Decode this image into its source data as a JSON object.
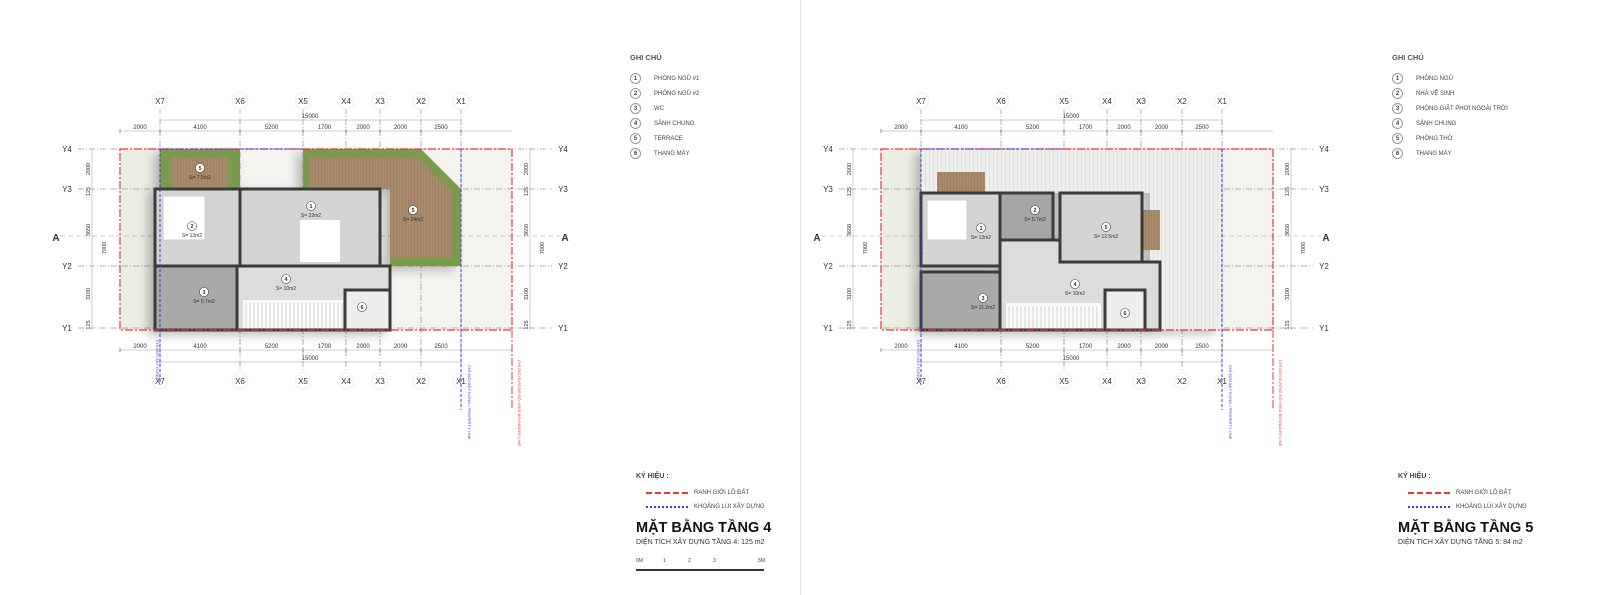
{
  "plans": [
    {
      "axes_x": [
        "X7",
        "X6",
        "X5",
        "X4",
        "X3",
        "X2",
        "X1"
      ],
      "axes_y": [
        "Y4",
        "Y3",
        "Y2",
        "Y1"
      ],
      "dims_top": [
        "2000",
        "4100",
        "5200",
        "1700",
        "2000",
        "2000",
        "2500"
      ],
      "dim_total": "15000",
      "dims_side": [
        "2000",
        "125",
        "3650",
        "3100",
        "125"
      ],
      "dim_side_total": "7000",
      "section_label": "A",
      "rooms": [
        {
          "num": "5",
          "area": "S= 7.5m2"
        },
        {
          "num": "2",
          "area": "S= 13m2"
        },
        {
          "num": "1",
          "area": "S= 22m2"
        },
        {
          "num": "5",
          "area": "S= 24m2"
        },
        {
          "num": "3",
          "area": "S= 9.7m2"
        },
        {
          "num": "4",
          "area": "S= 10m2"
        },
        {
          "num": "6",
          "area": ""
        }
      ],
      "line_labels": [
        "CHỈ GIỚI XÂY DỰNG",
        "CHỈ GIỚI XÂY DỰNG / PROPERTY LINE",
        "CHỈ GIỚI ĐƯỜNG ĐỎ / RED BOUNDARY LINE"
      ],
      "notes": {
        "title": "GHI CHÚ",
        "items": [
          {
            "num": "1",
            "label": "PHÒNG NGỦ #1"
          },
          {
            "num": "2",
            "label": "PHÒNG NGỦ #2"
          },
          {
            "num": "3",
            "label": "WC"
          },
          {
            "num": "4",
            "label": "SẢNH CHUNG"
          },
          {
            "num": "5",
            "label": "TERRACE"
          },
          {
            "num": "6",
            "label": "THANG MÁY"
          }
        ]
      },
      "key": {
        "title": "KÝ HIỆU :",
        "red_line": "RANH GIỚI LÔ ĐẤT",
        "blue_line": "KHOẢNG LÙI XÂY DỰNG",
        "plan_title": "MẶT BẰNG TẦNG 4",
        "area_text": "DIỆN TÍCH XÂY DỰNG TẦNG 4: 125 m2",
        "scale": [
          "0M",
          "1",
          "2",
          "3",
          "5M"
        ]
      }
    },
    {
      "axes_x": [
        "X7",
        "X6",
        "X5",
        "X4",
        "X3",
        "X2",
        "X1"
      ],
      "axes_y": [
        "Y4",
        "Y3",
        "Y2",
        "Y1"
      ],
      "dims_top": [
        "2000",
        "4100",
        "5200",
        "1700",
        "2000",
        "2000",
        "2500"
      ],
      "dim_total": "15000",
      "dims_side": [
        "2000",
        "125",
        "3650",
        "3100",
        "125"
      ],
      "dim_side_total": "7000",
      "section_label": "A",
      "rooms": [
        {
          "num": "1",
          "area": "S= 13m2"
        },
        {
          "num": "2",
          "area": "S= 5.7m2"
        },
        {
          "num": "5",
          "area": "S= 12.5m2"
        },
        {
          "num": "3",
          "area": "S= 11.2m2"
        },
        {
          "num": "4",
          "area": "S= 10m2"
        },
        {
          "num": "6",
          "area": ""
        }
      ],
      "line_labels": [
        "CHỈ GIỚI XÂY DỰNG",
        "CHỈ GIỚI XÂY DỰNG / PROPERTY LINE",
        "CHỈ GIỚI ĐƯỜNG ĐỎ / RED BOUNDARY LINE"
      ],
      "notes": {
        "title": "GHI CHÚ",
        "items": [
          {
            "num": "1",
            "label": "PHÒNG NGỦ"
          },
          {
            "num": "2",
            "label": "NHÀ VỆ SINH"
          },
          {
            "num": "3",
            "label": "PHÒNG GIẶT PHƠI NGOÀI TRỜI"
          },
          {
            "num": "4",
            "label": "SẢNH CHUNG"
          },
          {
            "num": "5",
            "label": "PHÒNG THỜ"
          },
          {
            "num": "6",
            "label": "THANG MÁY"
          }
        ]
      },
      "key": {
        "title": "KÝ HIỆU :",
        "red_line": "RANH GIỚI LÔ ĐẤT",
        "blue_line": "KHOẢNG LÙI XÂY DỰNG",
        "plan_title": "MẶT BẰNG TẦNG 5",
        "area_text": "DIỆN TÍCH XÂY DỰNG TẦNG 5: 84 m2"
      }
    }
  ],
  "colors": {
    "red_line": "#e53935",
    "blue_line": "#3b3bdc",
    "terrace_green": "#7a9a4e",
    "wood": "#a88a6a",
    "room": "#d4d4d4",
    "wc": "#a9a9a9",
    "wall": "#3a3a3a"
  }
}
